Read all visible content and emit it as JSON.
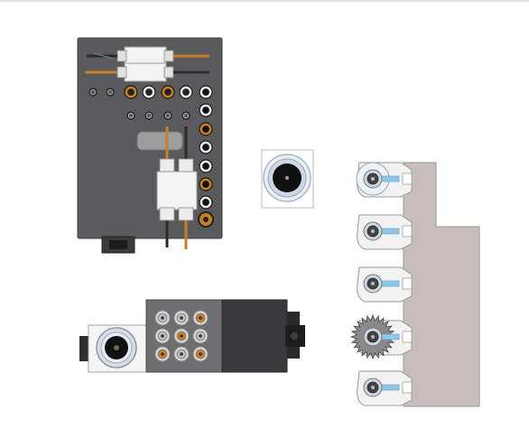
{
  "colors": {
    "plate_dark": "#58585a",
    "plate_mid": "#6d6d6f",
    "plate_light": "#7e7e80",
    "bracket": "#c8bdbd",
    "bracket_edge": "#9e9494",
    "brass": "#c87f2a",
    "drill_dark": "#2b2b2b",
    "clamp_white": "#f3f3f3",
    "tool_blue": "#8fc7e6"
  },
  "icons": {
    "mounting_plate": "tool-mounting-plate",
    "ring_part": "ring-part-icon",
    "drill_head": "drill-head-unit",
    "spindle_bracket": "spindle-bracket-column"
  }
}
